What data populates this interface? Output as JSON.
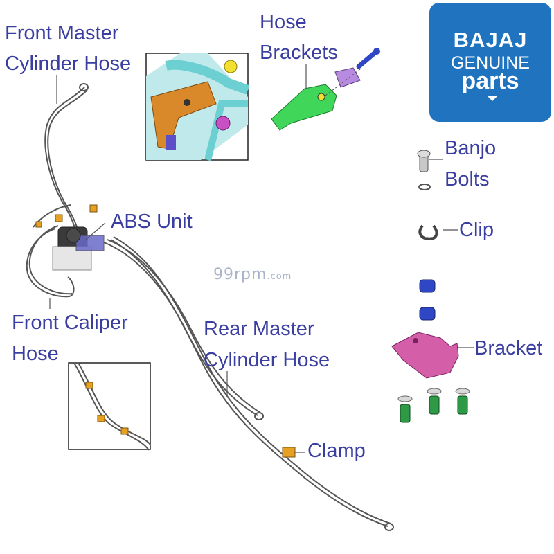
{
  "labels": {
    "front_master_1": "Front Master",
    "front_master_2": "Cylinder Hose",
    "hose_brackets_1": "Hose",
    "hose_brackets_2": "Brackets",
    "abs_unit": "ABS Unit",
    "front_caliper_1": "Front Caliper",
    "front_caliper_2": "Hose",
    "rear_master_1": "Rear Master",
    "rear_master_2": "Cylinder Hose",
    "clamp": "Clamp",
    "banjo_1": "Banjo",
    "banjo_2": "Bolts",
    "clip": "Clip",
    "bracket": "Bracket"
  },
  "logo": {
    "brand": "BAJAJ",
    "line2": "GENUINE",
    "line3": "parts",
    "bg_color": "#1f73bf"
  },
  "watermark": {
    "main": "99rpm",
    "suffix": ".com"
  },
  "colors": {
    "label_text": "#3a3ea0",
    "hose": "#555555",
    "clamp": "#e8a021",
    "bracket_pink": "#d45fa8",
    "bracket_green": "#3fd65a",
    "bolt_blue": "#2f47c4",
    "bolt_green": "#2f9a45",
    "frame_cyan": "#7fd8d8",
    "frame_orange": "#d9892a"
  }
}
